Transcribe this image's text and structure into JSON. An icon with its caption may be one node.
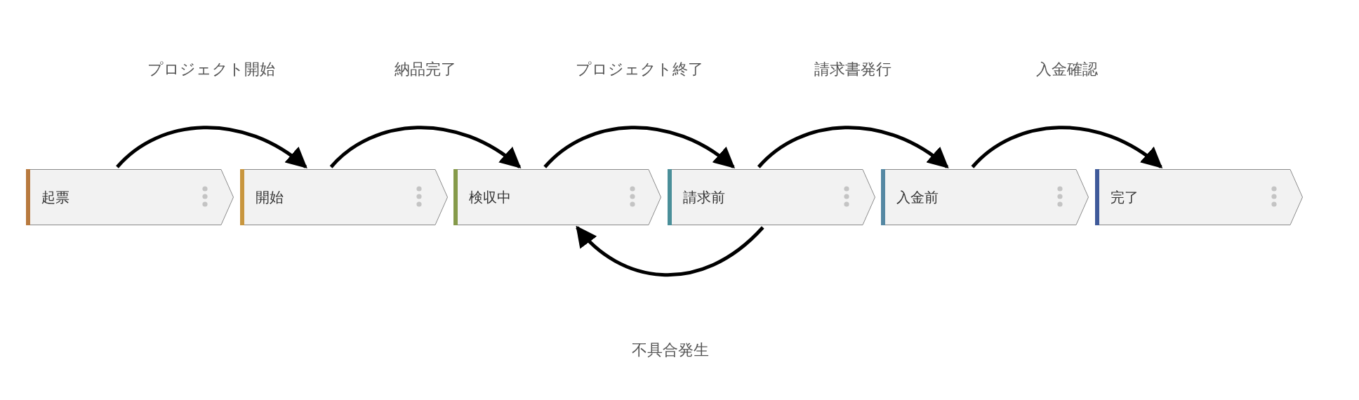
{
  "diagram": {
    "nodes": [
      {
        "text": [
          "起票"
        ]
      },
      {
        "text": [
          "開始"
        ]
      },
      {
        "text": [
          "検収中"
        ]
      },
      {
        "text": [
          "請求前"
        ]
      },
      {
        "text": [
          "入金前"
        ]
      },
      {
        "text": [
          "完了"
        ]
      }
    ],
    "edges": [
      {
        "from": 0,
        "to": 1,
        "arrow": "to",
        "label": "プロジェクト開始"
      },
      {
        "from": 1,
        "to": 2,
        "arrow": "to",
        "label": "納品完了"
      },
      {
        "from": 2,
        "to": 3,
        "arrow": "to",
        "label": "プロジェクト終了"
      },
      {
        "from": 3,
        "to": 4,
        "arrow": "to",
        "label": "請求書発行"
      },
      {
        "from": 4,
        "to": 5,
        "arrow": "to",
        "label": "入金確認"
      },
      {
        "from": 3,
        "to": 2,
        "arrow": "to",
        "label": "不具合発生"
      }
    ]
  }
}
